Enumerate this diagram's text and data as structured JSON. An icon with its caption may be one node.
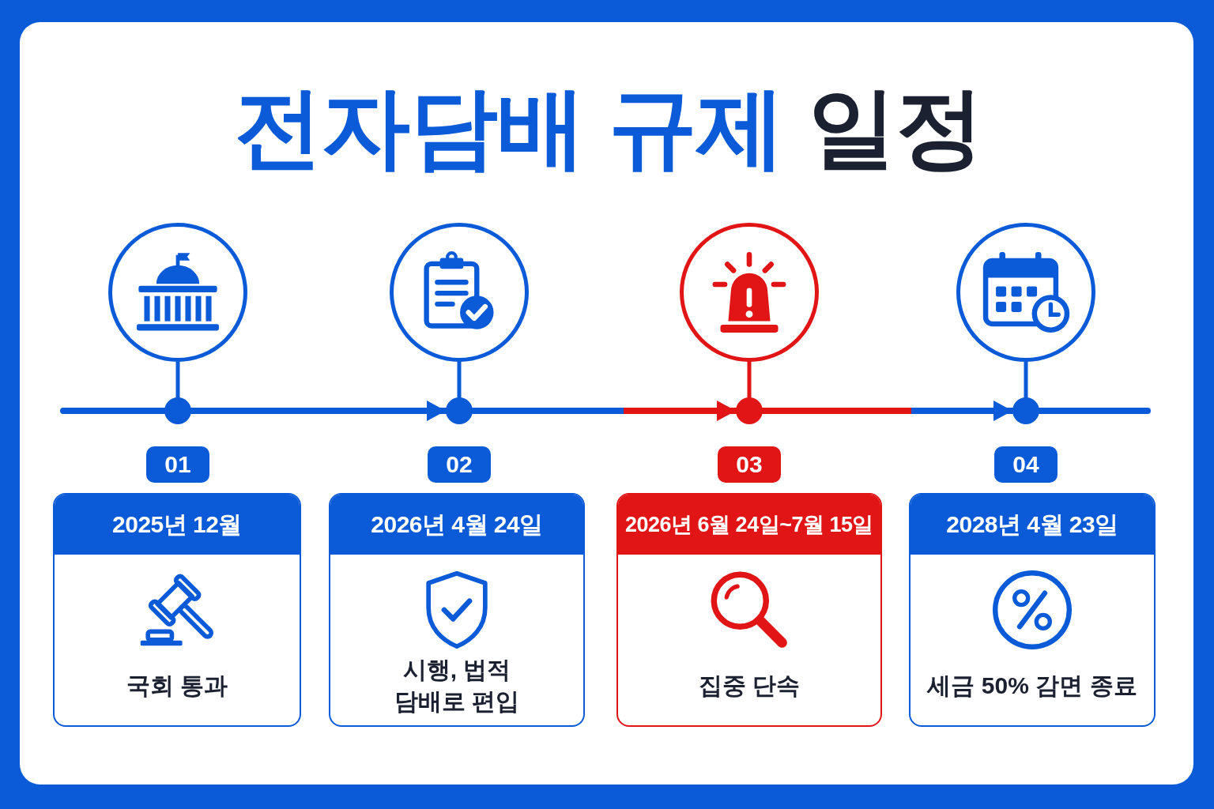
{
  "diagram": {
    "title": "전자담배 규제 일정",
    "nodes": [
      {
        "text": [],
        "shape": "circle"
      },
      {
        "text": [],
        "shape": "circle"
      },
      {
        "text": [
          "01"
        ]
      },
      {
        "text": [
          "2025년 12월",
          "국회 통과"
        ]
      },
      {
        "text": [],
        "shape": "circle"
      },
      {
        "text": [],
        "shape": "circle"
      },
      {
        "text": [
          "02"
        ]
      },
      {
        "text": [
          "2026년 4월 24일",
          "시행, 법적 담배로 편입"
        ]
      },
      {
        "text": [],
        "shape": "circle"
      },
      {
        "text": [],
        "shape": "circle"
      },
      {
        "text": [
          "03"
        ]
      },
      {
        "text": [
          "2026년 6월 24일~7월 15일",
          "집중 단속"
        ]
      },
      {
        "text": [],
        "shape": "circle"
      },
      {
        "text": [],
        "shape": "circle"
      },
      {
        "text": [
          "04"
        ]
      },
      {
        "text": [
          "2028년 4월 23일",
          "세금 50% 감면 종료"
        ]
      }
    ],
    "edges": [
      {
        "from": null,
        "to": 1,
        "arrow": "none"
      },
      {
        "from": 0,
        "to": 1,
        "arrow": "none"
      },
      {
        "from": 1,
        "to": 5,
        "arrow": "to"
      },
      {
        "from": 4,
        "to": 5,
        "arrow": "none"
      },
      {
        "from": 5,
        "to": 9,
        "arrow": "to"
      },
      {
        "from": 8,
        "to": 9,
        "arrow": "none",
        "color": "#e11515"
      },
      {
        "from": 9,
        "to": 13,
        "arrow": "to",
        "color": "#e11515"
      },
      {
        "from": 12,
        "to": 13,
        "arrow": "none"
      },
      {
        "from": 13,
        "to": null,
        "arrow": "none"
      }
    ]
  }
}
